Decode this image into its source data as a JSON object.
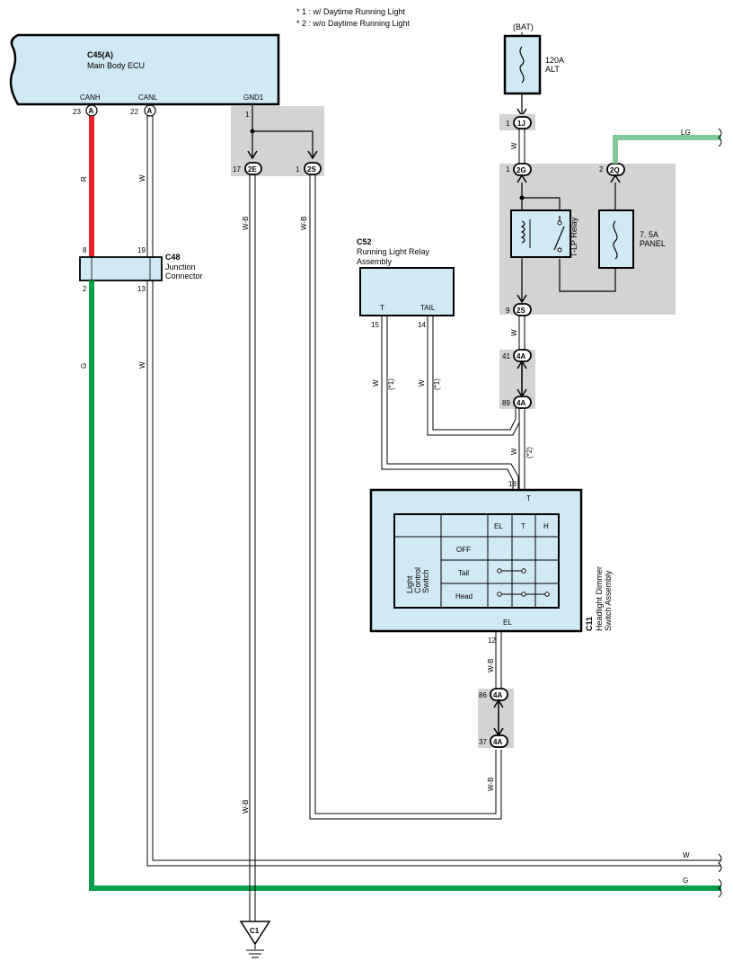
{
  "notes": [
    "* 1 : w/ Daytime Running Light",
    "* 2 : w/o Daytime Running Light"
  ],
  "colors": {
    "component_fill": "#cfe9f5",
    "shade_fill": "#d3d3d3",
    "wire_red": "#e8232a",
    "wire_green": "#00a04b",
    "wire_light_green": "#7fc99a"
  },
  "ecu": {
    "id": "C45(A)",
    "name": "Main Body ECU",
    "canh": "CANH",
    "canl": "CANL",
    "gnd": "GND1",
    "pin_canh": "23",
    "pin_canl": "22",
    "pin_gnd": "1",
    "conn_letter": "A"
  },
  "junction": {
    "id": "C48",
    "name1": "Junction",
    "name2": "Connector",
    "pin_in_r": "8",
    "pin_in_w": "19",
    "pin_out_g": "2",
    "pin_out_w": "13"
  },
  "wire_labels": {
    "r": "R",
    "w": "W",
    "g": "G",
    "wb": "W-B",
    "lg": "LG",
    "star1": "(*1)",
    "star2": "(*2)"
  },
  "gnd_connectors": {
    "c2e_pin": "17",
    "c2e": "2E",
    "c2s_pin": "1",
    "c2s": "2S"
  },
  "battery": {
    "label": "(BAT)",
    "fuse1": "120A",
    "fuse2": "ALT"
  },
  "top_conns": {
    "c1j_pin": "1",
    "c1j": "1J",
    "c2g_pin": "1",
    "c2g": "2G",
    "c2q_pin": "2",
    "c2q": "2Q",
    "c2s_pin": "9",
    "c2s": "2S",
    "c4a_pin_top": "41",
    "c4a_top": "4A",
    "c4a_pin_bottom": "89",
    "c4a_bottom": "4A"
  },
  "relay": {
    "label": "T-LP Relay",
    "fuse1": "7. 5A",
    "fuse2": "PANEL"
  },
  "running_relay": {
    "id": "C52",
    "name1": "Running Light Relay",
    "name2": "Assembly",
    "t": "T",
    "tail": "TAIL",
    "pin_t": "15",
    "pin_tail": "14"
  },
  "switch": {
    "id": "C11",
    "name1": "Headlight Dimmer",
    "name2": "Switch Assembly",
    "pin_t": "18",
    "t": "T",
    "el": "EL",
    "pin_el": "12",
    "side1": "Light",
    "side2": "Control",
    "side3": "Switch",
    "col_el": "EL",
    "col_t": "T",
    "col_h": "H",
    "row_off": "OFF",
    "row_tail": "Tail",
    "row_head": "Head"
  },
  "lower_conns": {
    "pin_top": "86",
    "c_top": "4A",
    "pin_bottom": "37",
    "c_bottom": "4A"
  },
  "ground": {
    "id": "C1"
  }
}
